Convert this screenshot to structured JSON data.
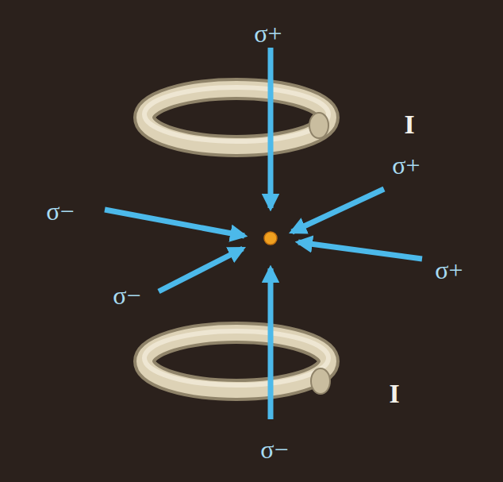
{
  "diagram": {
    "labels": [
      "σ+",
      "I",
      "σ−",
      "σ+",
      "σ+",
      "σ−",
      "I",
      "σ−"
    ]
  }
}
